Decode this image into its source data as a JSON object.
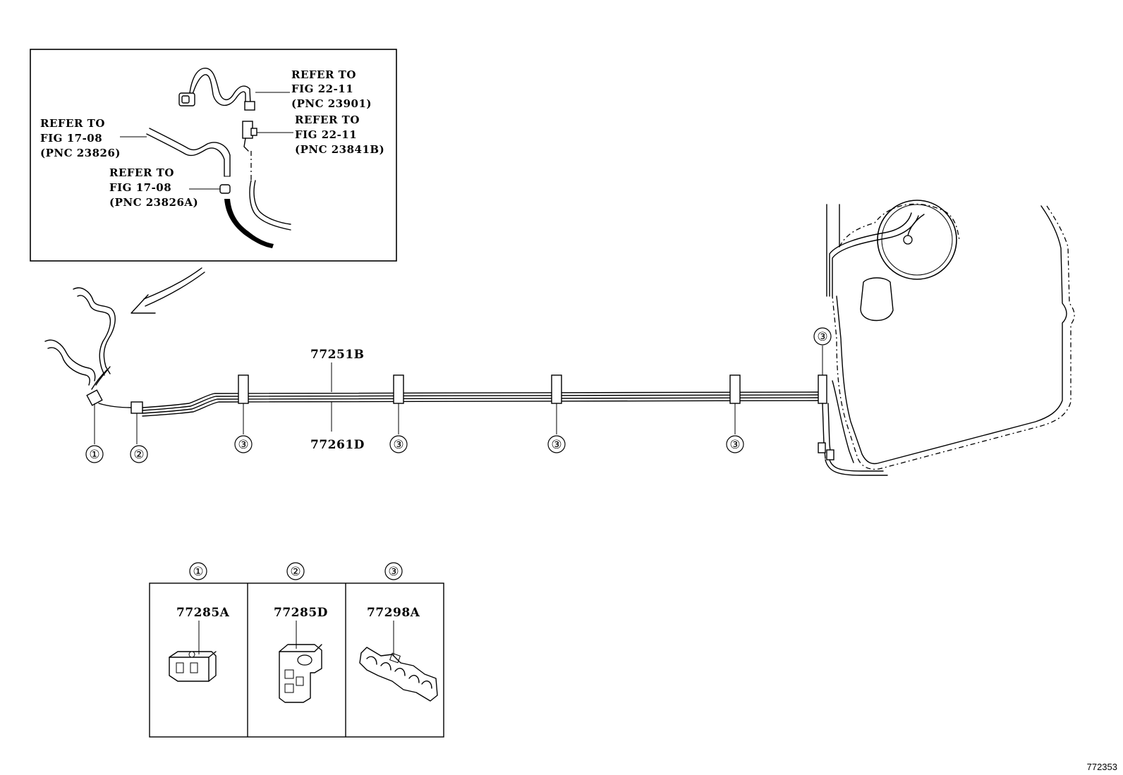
{
  "inset": {
    "refs": [
      {
        "line1": "REFER TO",
        "line2": "FIG 22-11",
        "line3": "(PNC 23901)"
      },
      {
        "line1": "REFER TO",
        "line2": "FIG 22-11",
        "line3": "(PNC 23841B)"
      },
      {
        "line1": "REFER TO",
        "line2": "FIG 17-08",
        "line3": "(PNC 23826)"
      },
      {
        "line1": "REFER TO",
        "line2": "FIG 17-08",
        "line3": "(PNC 23826A)"
      }
    ]
  },
  "main": {
    "upper_part": "77251B",
    "lower_part": "77261D",
    "callouts": [
      "①",
      "②",
      "③",
      "③",
      "③",
      "③",
      "③"
    ]
  },
  "legend": {
    "cells": [
      {
        "number": "①",
        "part": "77285A"
      },
      {
        "number": "②",
        "part": "77285D"
      },
      {
        "number": "③",
        "part": "77298A"
      }
    ]
  },
  "figure_id": "772353"
}
